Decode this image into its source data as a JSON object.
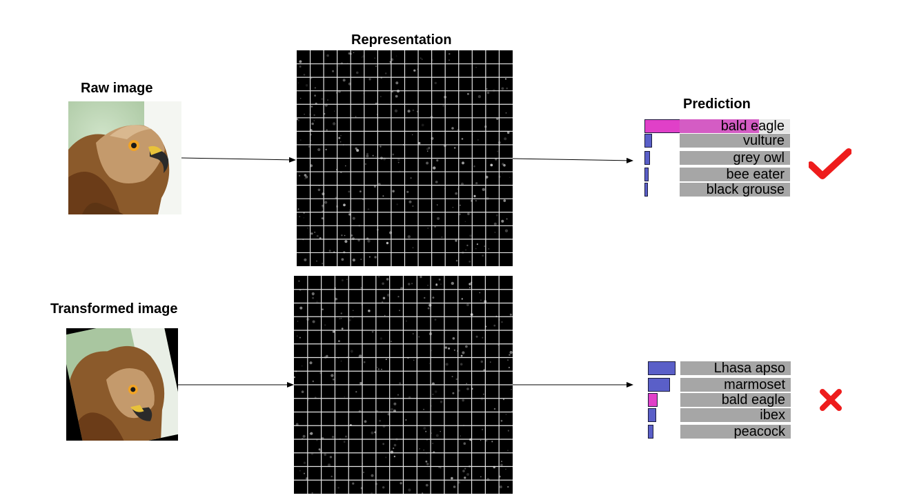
{
  "labels": {
    "raw_image": "Raw image",
    "transformed_image": "Transformed image",
    "representation": "Representation",
    "prediction": "Prediction"
  },
  "colors": {
    "highlight_bar": "#e040c8",
    "other_bar": "#5a5fc8",
    "label_bg": "#a6a6a6",
    "check": "#ee1c1c",
    "cross": "#ee1c1c"
  },
  "predictions": {
    "raw": {
      "result": "correct",
      "result_icon": "check-icon",
      "items": [
        {
          "label": "bald eagle",
          "score": 1.0,
          "highlight": true
        },
        {
          "label": "vulture",
          "score": 0.07,
          "highlight": false
        },
        {
          "label": "grey owl",
          "score": 0.05,
          "highlight": false
        },
        {
          "label": "bee eater",
          "score": 0.04,
          "highlight": false
        },
        {
          "label": "black grouse",
          "score": 0.03,
          "highlight": false
        }
      ]
    },
    "transformed": {
      "result": "incorrect",
      "result_icon": "cross-icon",
      "items": [
        {
          "label": "Lhasa apso",
          "score": 1.0,
          "highlight": false
        },
        {
          "label": "marmoset",
          "score": 0.8,
          "highlight": false
        },
        {
          "label": "bald eagle",
          "score": 0.36,
          "highlight": true
        },
        {
          "label": "ibex",
          "score": 0.3,
          "highlight": false
        },
        {
          "label": "peacock",
          "score": 0.2,
          "highlight": false
        }
      ]
    }
  }
}
